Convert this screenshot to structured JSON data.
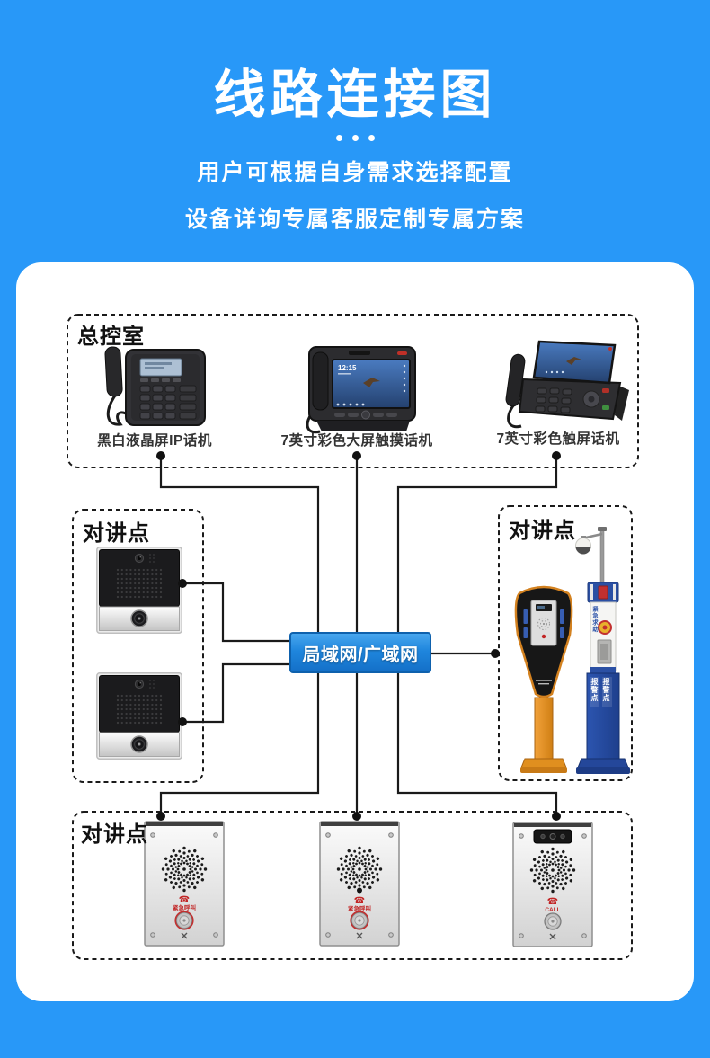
{
  "header": {
    "title": "线路连接图",
    "subtitle_line1": "用户可根据自身需求选择配置",
    "subtitle_line2": "设备详询专属客服定制专属方案"
  },
  "diagram": {
    "control_room": {
      "label": "总控室"
    },
    "network_box": {
      "label": "局域网/广域网"
    },
    "intercom_zone_left": {
      "label": "对讲点"
    },
    "intercom_zone_right": {
      "label": "对讲点"
    },
    "intercom_zone_bottom": {
      "label": "对讲点"
    },
    "phones": [
      {
        "label": "黑白液晶屏IP话机"
      },
      {
        "label": "7英寸彩色大屏触摸话机"
      },
      {
        "label": "7英寸彩色触屏话机"
      }
    ],
    "phone_screen_time": "12:15",
    "emergency_panel_text_cn": "紧急呼叫",
    "emergency_panel_text_en": "CALL",
    "pole_white_column_text": "紧急求助",
    "pole_blue_base_text": "报警点"
  },
  "icons": {
    "emergency_phone": "☎"
  },
  "colors": {
    "background_blue": "#2898f8",
    "card_white": "#ffffff",
    "network_box_blue": "#1470c8",
    "line_black": "#1a1a1a",
    "accent_red": "#c22525"
  }
}
